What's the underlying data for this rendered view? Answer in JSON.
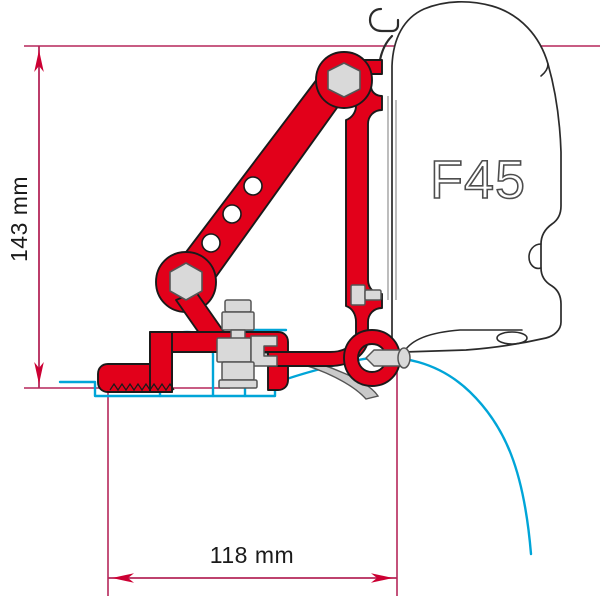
{
  "drawing": {
    "title": "Fiamma F45 awning adapter bracket technical cross-section drawing",
    "product_label": "F45",
    "dimensions": {
      "height": {
        "label": "143 mm",
        "value": 143,
        "unit": "mm",
        "orientation": "vertical",
        "position": "left"
      },
      "width": {
        "label": "118 mm",
        "value": 118,
        "unit": "mm",
        "orientation": "horizontal",
        "position": "bottom"
      }
    },
    "colors": {
      "bracket_red": "#e2001a",
      "bracket_outline": "#1a1a1a",
      "dimension_line": "#b5275a",
      "dimension_arrow": "#cc0033",
      "roof_profile_blue": "#00a5d8",
      "awning_outline": "#2b2b2b",
      "hardware_gray": "#d9d9d9",
      "hardware_outline": "#555555",
      "background": "#ffffff"
    },
    "parts": [
      {
        "name": "upper-hex-bolt",
        "type": "hexagon-fastener"
      },
      {
        "name": "lower-hex-bolt",
        "type": "hexagon-fastener"
      },
      {
        "name": "adjustment-holes",
        "type": "hole-row",
        "count": 3
      },
      {
        "name": "diagonal-support-arm",
        "type": "red-bracket-arm"
      },
      {
        "name": "vertical-wall-plate",
        "type": "red-bracket-plate"
      },
      {
        "name": "base-foot",
        "type": "red-bracket-foot"
      },
      {
        "name": "clamp-bolt-assembly",
        "type": "bolt-nut-washer-stack"
      },
      {
        "name": "pivot-knuckle",
        "type": "pivot-joint"
      },
      {
        "name": "awning-case",
        "type": "outline-profile"
      },
      {
        "name": "roof-profile",
        "type": "blue-roof-line"
      },
      {
        "name": "top-hook",
        "type": "hook-profile"
      }
    ]
  }
}
